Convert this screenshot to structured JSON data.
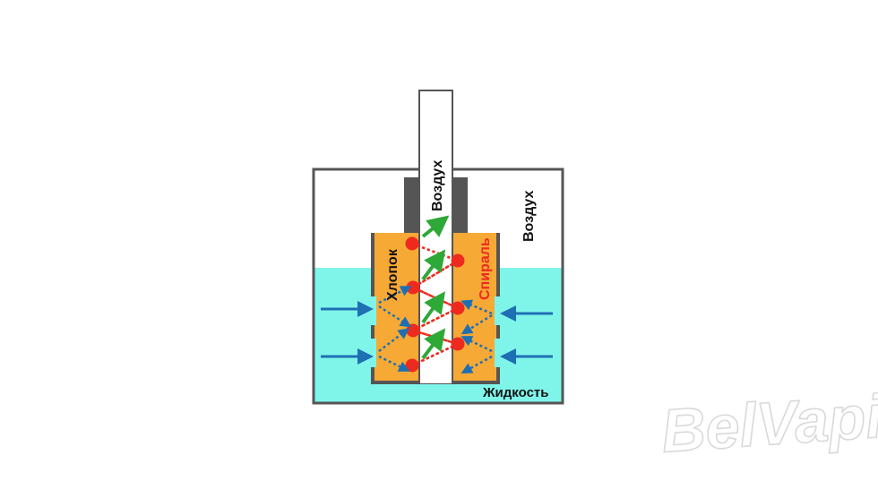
{
  "labels": {
    "air_chimney": "Воздух",
    "air_tank": "Воздух",
    "cotton": "Хлопок",
    "coil": "Спираль",
    "liquid": "Жидкость"
  },
  "watermark": "BelVaping",
  "colors": {
    "liquid": "#7ff5ea",
    "cotton": "#f7a935",
    "tank_outline": "#555555",
    "coil_dots": "#ee2a1f",
    "air_arrows": "#2ea836",
    "liquid_arrows": "#1f6fb3",
    "coil_label": "#ee2a1f",
    "text": "#111111"
  },
  "icons": [
    "liquid-inflow-arrow-icon",
    "vapor-arrow-icon",
    "heat-dot-icon"
  ]
}
